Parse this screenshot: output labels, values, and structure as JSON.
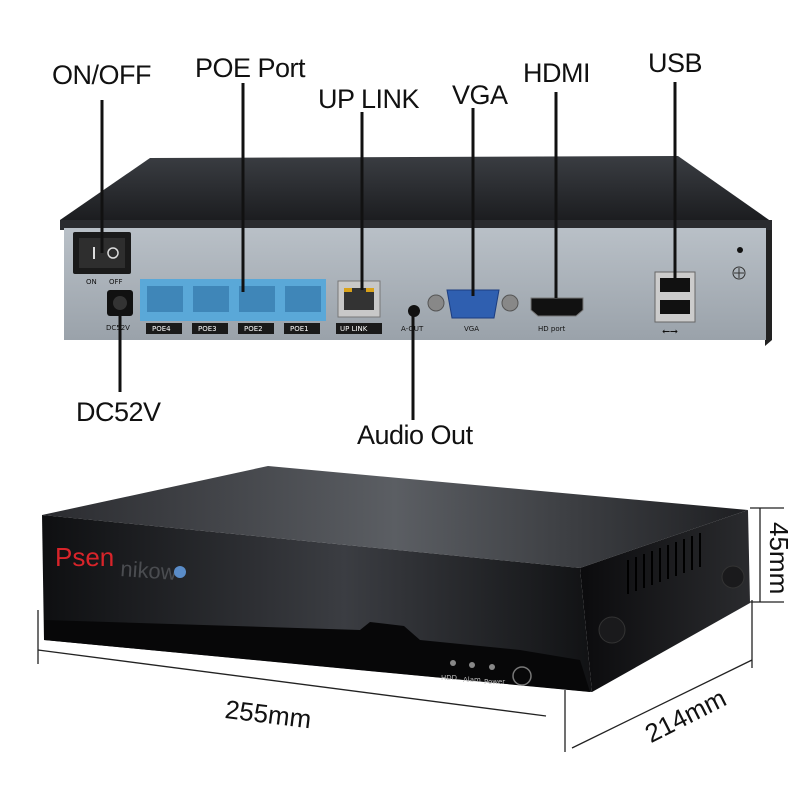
{
  "callouts": {
    "on_off": "ON/OFF",
    "poe_port": "POE Port",
    "up_link": "UP LINK",
    "vga": "VGA",
    "hdmi": "HDMI",
    "usb": "USB",
    "dc52v": "DC52V",
    "audio_out": "Audio Out"
  },
  "panel_labels": {
    "on": "ON",
    "off": "OFF",
    "dc": "DC52V",
    "poe4": "POE4",
    "poe3": "POE3",
    "poe2": "POE2",
    "poe1": "POE1",
    "uplink": "UP LINK",
    "aout": "A-OUT",
    "vga": "VGA",
    "hd_port": "HD port"
  },
  "front": {
    "brand_red": "Psen",
    "brand_rest": "nikow",
    "led_hdd": "HDD",
    "led_alarm": "Alam",
    "led_power": "Power"
  },
  "dimensions": {
    "width": "255mm",
    "depth": "214mm",
    "height": "45mm"
  },
  "colors": {
    "port_blue": "#5aa8d8",
    "panel_gray": "#aab1b8",
    "brand_red": "#d8242a",
    "chassis": "#1c1d20"
  }
}
